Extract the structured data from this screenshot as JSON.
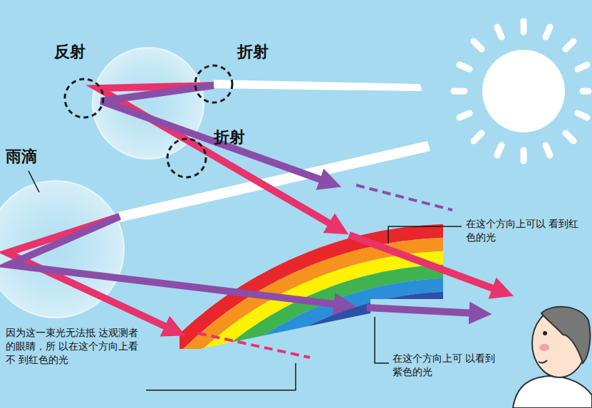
{
  "diagram": {
    "labels": [
      "反射",
      "折射",
      "折射",
      "雨滴",
      "在这个方向上可以 看到红色的光",
      "在这个方向上可 以看到紫色的光",
      "因为这一束光无法抵 达观测者的眼睛，所 以在这个方向上看不 到红色的光"
    ]
  }
}
